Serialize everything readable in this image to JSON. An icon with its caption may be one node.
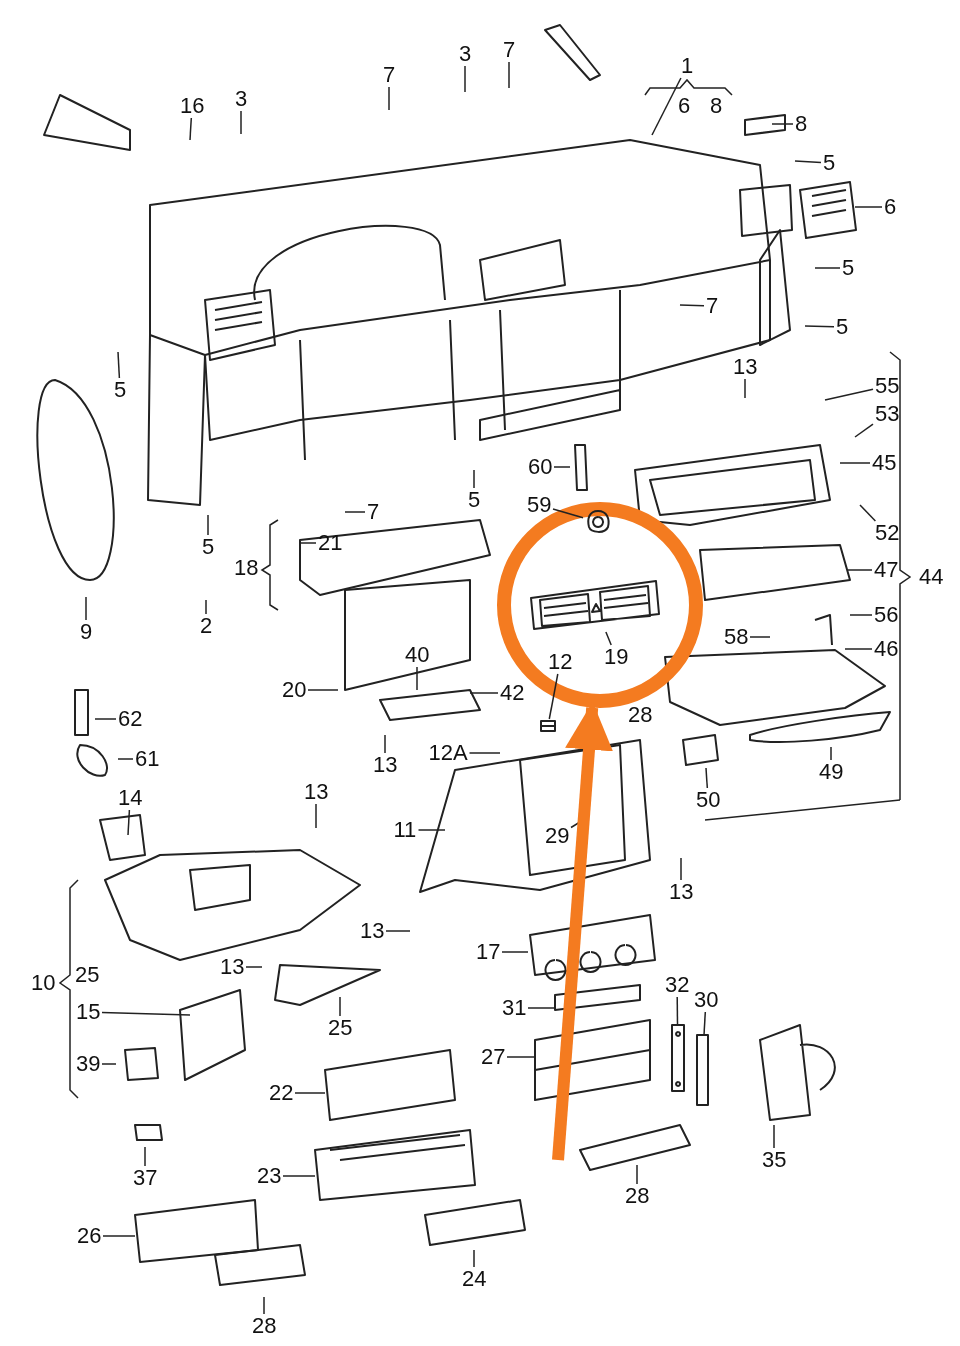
{
  "diagram": {
    "nodes": [
      {
        "text": [],
        "shape": "circle"
      },
      {
        "text": [
          "1"
        ]
      },
      {
        "text": [
          "7"
        ]
      },
      {
        "text": [
          "3"
        ]
      },
      {
        "text": [
          "7"
        ]
      },
      {
        "text": [
          "16"
        ]
      },
      {
        "text": [
          "3"
        ]
      },
      {
        "text": [
          "8"
        ]
      },
      {
        "text": [
          "5"
        ]
      },
      {
        "text": [
          "6"
        ]
      },
      {
        "text": [
          "5"
        ]
      },
      {
        "text": [
          "7"
        ]
      },
      {
        "text": [
          "5"
        ]
      },
      {
        "text": [
          "5"
        ]
      },
      {
        "text": [
          "13"
        ]
      },
      {
        "text": [
          "55"
        ]
      },
      {
        "text": [
          "53"
        ]
      },
      {
        "text": [
          "45"
        ]
      },
      {
        "text": [
          "60"
        ]
      },
      {
        "text": [
          "5"
        ]
      },
      {
        "text": [
          "59"
        ]
      },
      {
        "text": [
          "7"
        ]
      },
      {
        "text": [
          "52"
        ]
      },
      {
        "text": [
          "5"
        ]
      },
      {
        "text": [
          "21"
        ]
      },
      {
        "text": [
          "47"
        ]
      },
      {
        "text": [
          "56"
        ]
      },
      {
        "text": [
          "2"
        ]
      },
      {
        "text": [
          "9"
        ]
      },
      {
        "text": [
          "19"
        ],
        "in": 0
      },
      {
        "text": [
          "58"
        ]
      },
      {
        "text": [
          "46"
        ]
      },
      {
        "text": [
          "40"
        ]
      },
      {
        "text": [
          "20"
        ]
      },
      {
        "text": [
          "12"
        ],
        "in": 0
      },
      {
        "text": [
          "42"
        ]
      },
      {
        "text": [
          "62"
        ]
      },
      {
        "text": [
          "61"
        ]
      },
      {
        "text": [
          "12A"
        ]
      },
      {
        "text": [
          "13"
        ]
      },
      {
        "text": [
          "49"
        ]
      },
      {
        "text": [
          "14"
        ]
      },
      {
        "text": [
          "13"
        ]
      },
      {
        "text": [
          "50"
        ]
      },
      {
        "text": [
          "11"
        ]
      },
      {
        "text": [
          "29"
        ]
      },
      {
        "text": [
          "13"
        ]
      },
      {
        "text": [
          "13"
        ]
      },
      {
        "text": [
          "17"
        ]
      },
      {
        "text": [
          "13"
        ]
      },
      {
        "text": [
          "25"
        ]
      },
      {
        "text": [
          "15"
        ]
      },
      {
        "text": [
          "31"
        ]
      },
      {
        "text": [
          "32"
        ]
      },
      {
        "text": [
          "30"
        ]
      },
      {
        "text": [
          "39"
        ]
      },
      {
        "text": [
          "27"
        ]
      },
      {
        "text": [
          "22"
        ]
      },
      {
        "text": [
          "35"
        ]
      },
      {
        "text": [
          "37"
        ]
      },
      {
        "text": [
          "23"
        ]
      },
      {
        "text": [
          "28"
        ]
      },
      {
        "text": [
          "26"
        ]
      },
      {
        "text": [
          "24"
        ]
      },
      {
        "text": [
          "28"
        ]
      },
      {
        "text": [],
        "shape": "picture",
        "in": 0
      },
      {
        "text": [],
        "shape": "picture",
        "in": 0
      },
      {
        "text": [],
        "shape": "picture"
      },
      {
        "text": [],
        "shape": "picture"
      }
    ],
    "edges": [
      {
        "from": 1,
        "to": null,
        "arrow": "none"
      },
      {
        "from": 2,
        "to": null,
        "arrow": "none"
      },
      {
        "from": 3,
        "to": null,
        "arrow": "none"
      },
      {
        "from": 4,
        "to": null,
        "arrow": "none"
      },
      {
        "from": 5,
        "to": null,
        "arrow": "none"
      },
      {
        "from": 6,
        "to": null,
        "arrow": "none"
      },
      {
        "from": 7,
        "to": null,
        "arrow": "none"
      },
      {
        "from": 8,
        "to": null,
        "arrow": "none"
      },
      {
        "from": 9,
        "to": null,
        "arrow": "none"
      },
      {
        "from": 10,
        "to": null,
        "arrow": "none"
      },
      {
        "from": 11,
        "to": null,
        "arrow": "none"
      },
      {
        "from": 12,
        "to": null,
        "arrow": "none"
      },
      {
        "from": 13,
        "to": null,
        "arrow": "none"
      },
      {
        "from": 14,
        "to": null,
        "arrow": "none"
      },
      {
        "from": 15,
        "to": null,
        "arrow": "none"
      },
      {
        "from": 16,
        "to": null,
        "arrow": "none"
      },
      {
        "from": 17,
        "to": null,
        "arrow": "none"
      },
      {
        "from": 18,
        "to": null,
        "arrow": "none"
      },
      {
        "from": 19,
        "to": null,
        "arrow": "none"
      },
      {
        "from": 20,
        "to": 66,
        "arrow": "none"
      },
      {
        "from": 21,
        "to": null,
        "arrow": "none"
      },
      {
        "from": 22,
        "to": null,
        "arrow": "none"
      },
      {
        "from": 23,
        "to": null,
        "arrow": "none"
      },
      {
        "from": 24,
        "to": null,
        "arrow": "none"
      },
      {
        "from": 25,
        "to": null,
        "arrow": "none"
      },
      {
        "from": 26,
        "to": null,
        "arrow": "none"
      },
      {
        "from": 27,
        "to": null,
        "arrow": "none"
      },
      {
        "from": 28,
        "to": null,
        "arrow": "none"
      },
      {
        "from": 29,
        "to": 65,
        "arrow": "none"
      },
      {
        "from": 30,
        "to": null,
        "arrow": "none"
      },
      {
        "from": 31,
        "to": null,
        "arrow": "none"
      },
      {
        "from": 32,
        "to": null,
        "arrow": "none"
      },
      {
        "from": 33,
        "to": null,
        "arrow": "none"
      },
      {
        "from": 34,
        "to": 67,
        "arrow": "none"
      },
      {
        "from": 35,
        "to": null,
        "arrow": "none"
      },
      {
        "from": 36,
        "to": null,
        "arrow": "none"
      },
      {
        "from": 37,
        "to": null,
        "arrow": "none"
      },
      {
        "from": 38,
        "to": null,
        "arrow": "none"
      },
      {
        "from": 39,
        "to": null,
        "arrow": "none"
      },
      {
        "from": 40,
        "to": null,
        "arrow": "none"
      },
      {
        "from": 41,
        "to": null,
        "arrow": "none"
      },
      {
        "from": 42,
        "to": null,
        "arrow": "none"
      },
      {
        "from": 43,
        "to": null,
        "arrow": "none"
      },
      {
        "from": 44,
        "to": null,
        "arrow": "none"
      },
      {
        "from": 45,
        "to": null,
        "arrow": "none"
      },
      {
        "from": 46,
        "to": null,
        "arrow": "none"
      },
      {
        "from": 47,
        "to": null,
        "arrow": "none"
      },
      {
        "from": 48,
        "to": null,
        "arrow": "none"
      },
      {
        "from": 49,
        "to": null,
        "arrow": "none"
      },
      {
        "from": 50,
        "to": null,
        "arrow": "none"
      },
      {
        "from": 51,
        "to": null,
        "arrow": "none"
      },
      {
        "from": 52,
        "to": null,
        "arrow": "none"
      },
      {
        "from": 53,
        "to": 68,
        "arrow": "none"
      },
      {
        "from": 54,
        "to": null,
        "arrow": "none"
      },
      {
        "from": 55,
        "to": null,
        "arrow": "none"
      },
      {
        "from": 56,
        "to": null,
        "arrow": "none"
      },
      {
        "from": 57,
        "to": null,
        "arrow": "none"
      },
      {
        "from": 58,
        "to": null,
        "arrow": "none"
      },
      {
        "from": 59,
        "to": null,
        "arrow": "none"
      },
      {
        "from": 60,
        "to": null,
        "arrow": "none"
      },
      {
        "from": 61,
        "to": null,
        "arrow": "none"
      },
      {
        "from": 62,
        "to": null,
        "arrow": "none"
      },
      {
        "from": 63,
        "to": null,
        "arrow": "none"
      },
      {
        "from": 64,
        "to": null,
        "arrow": "none"
      },
      {
        "from": null,
        "to": 0,
        "arrow": "to",
        "style": "thick",
        "color": "#f47b20"
      }
    ],
    "labels": [
      "6",
      "8",
      "18",
      "44",
      "28",
      "10",
      "25"
    ]
  }
}
